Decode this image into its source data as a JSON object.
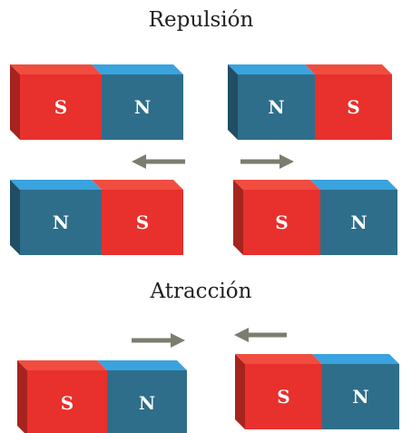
{
  "sections": {
    "repulsion": {
      "title": "Repulsión"
    },
    "attraction": {
      "title": "Atracción"
    }
  },
  "colors": {
    "south": "#e8302c",
    "south_dark": "#a7231e",
    "south_top": "#f04d40",
    "north": "#2e6e8a",
    "north_dark": "#214e63",
    "north_top": "#3aa3de",
    "arrow": "#7b7d6e"
  },
  "magnets": [
    {
      "id": "rep-top-left",
      "poles": [
        "S",
        "N"
      ]
    },
    {
      "id": "rep-top-right",
      "poles": [
        "N",
        "S"
      ]
    },
    {
      "id": "rep-bottom-left",
      "poles": [
        "N",
        "S"
      ]
    },
    {
      "id": "rep-bottom-right",
      "poles": [
        "S",
        "N"
      ]
    },
    {
      "id": "att-left",
      "poles": [
        "S",
        "N"
      ]
    },
    {
      "id": "att-right",
      "poles": [
        "S",
        "N"
      ]
    }
  ],
  "arrows": [
    {
      "id": "rep-arrow-left",
      "direction": "left"
    },
    {
      "id": "rep-arrow-right",
      "direction": "right"
    },
    {
      "id": "att-arrow-right",
      "direction": "right"
    },
    {
      "id": "att-arrow-left",
      "direction": "left"
    }
  ]
}
